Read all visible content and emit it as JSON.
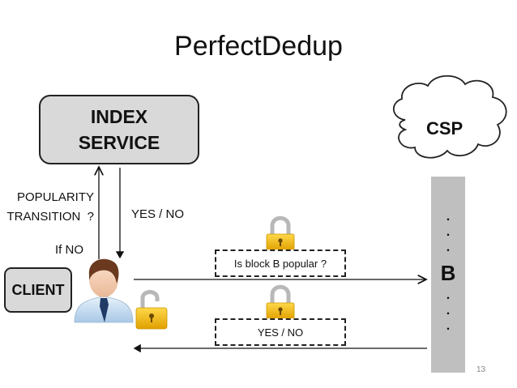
{
  "slide": {
    "title": "PerfectDedup",
    "page_number": "13"
  },
  "nodes": {
    "index_service": {
      "line1": "INDEX",
      "line2": "SERVICE"
    },
    "client": "CLIENT",
    "csp": "CSP",
    "storage": {
      "dots_above": [
        ".",
        ".",
        "."
      ],
      "block": "B",
      "dots_below": [
        ".",
        ".",
        "."
      ]
    }
  },
  "labels": {
    "popularity_line1": "POPULARITY",
    "popularity_line2": "TRANSITION  ?",
    "index_reply": "YES / NO",
    "if_no": "If NO"
  },
  "messages": {
    "query": "Is block B popular ?",
    "reply": "YES / NO"
  },
  "icons": {
    "user": "user-icon",
    "padlock_open": "padlock-open-icon",
    "padlock_closed": "padlock-closed-icon",
    "cloud": "cloud-icon"
  },
  "colors": {
    "box_fill": "#d9d9d9",
    "storage_fill": "#bfbfbf",
    "lock_gold": "#f2b600",
    "lock_shackle": "#b8b8b8"
  }
}
